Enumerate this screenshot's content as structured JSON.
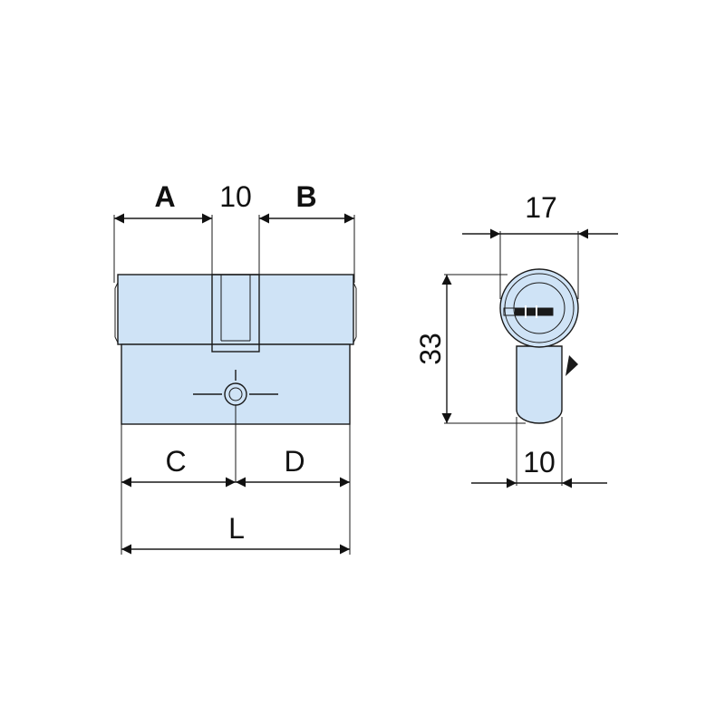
{
  "colors": {
    "body_fill": "#cfe3f6",
    "line": "#1a1a1a",
    "background": "#ffffff"
  },
  "front_view": {
    "labels": {
      "a": "A",
      "cam": "10",
      "b": "B",
      "c": "C",
      "d": "D",
      "l": "L"
    }
  },
  "side_view": {
    "labels": {
      "width": "17",
      "height": "33",
      "bottom_width": "10"
    }
  }
}
